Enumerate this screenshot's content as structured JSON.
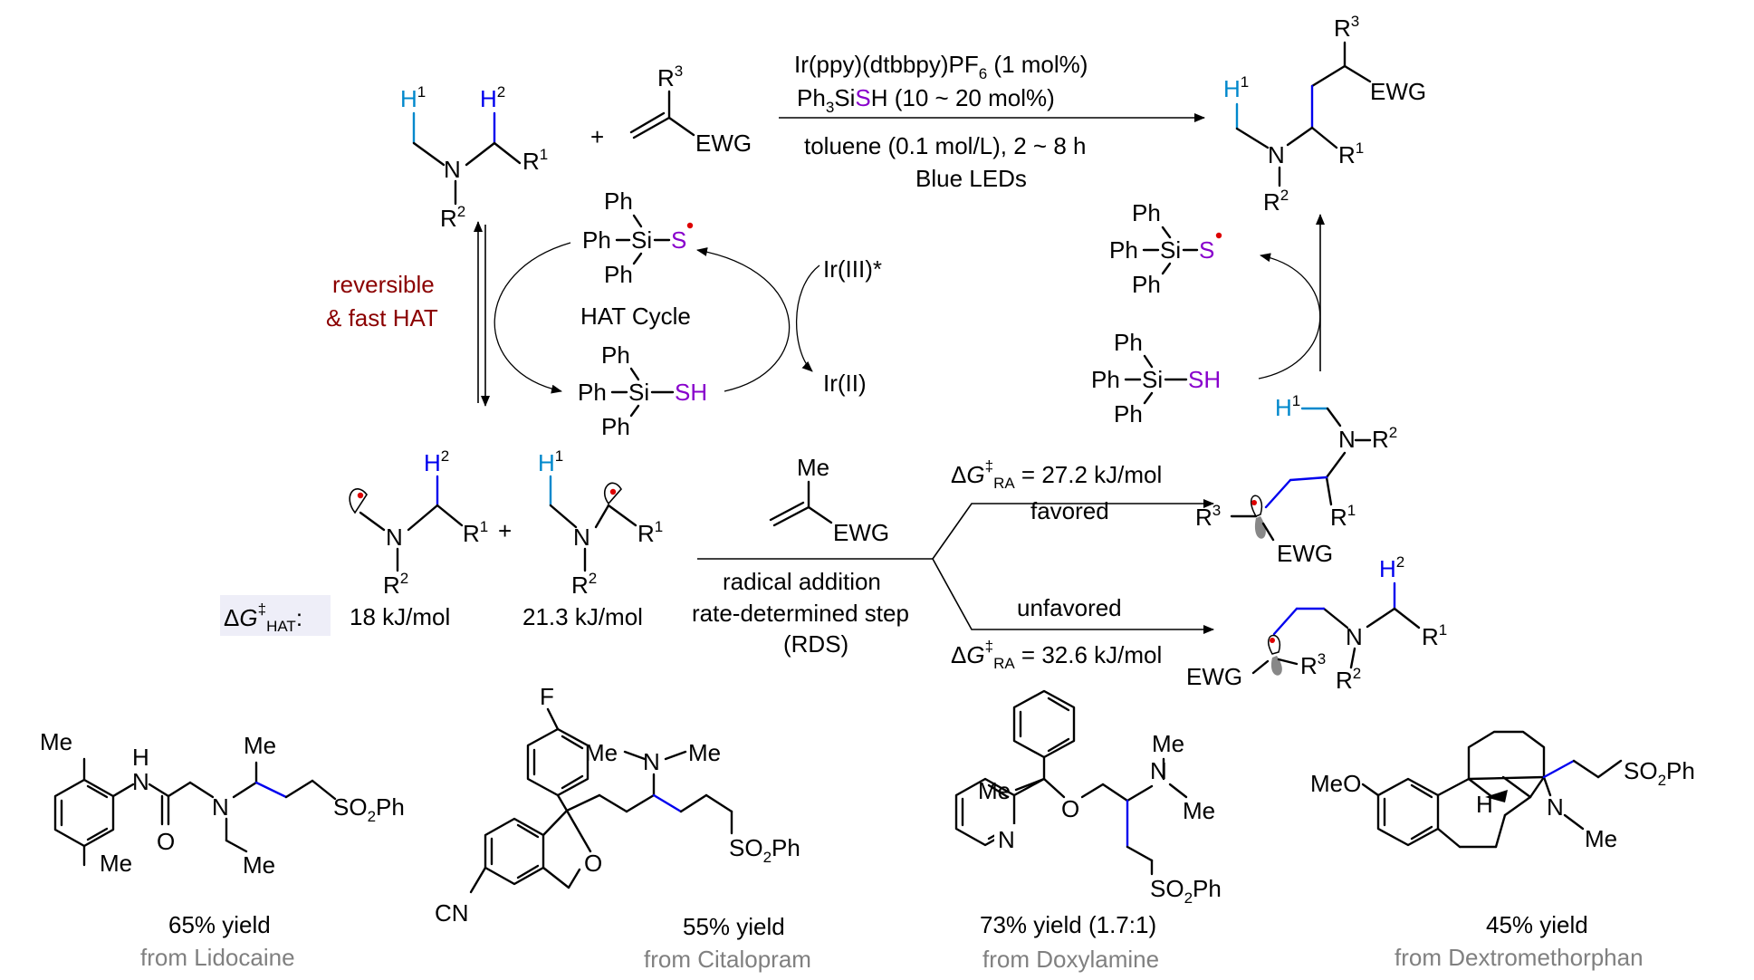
{
  "conditions": {
    "catalyst": "Ir(ppy)(dtbbpy)PF",
    "catalyst_sub": "6",
    "catalyst_load": " (1 mol%)",
    "thiol_a": "Ph",
    "thiol_sub": "3",
    "thiol_b": "SiS",
    "thiol_s": "S",
    "thiol_c": "H (10 ~ 20 mol%)",
    "solvent": "toluene (0.1 mol/L), 2 ~ 8 h",
    "light": "Blue LEDs"
  },
  "labels": {
    "reversible": "reversible",
    "fast_hat": "& fast HAT",
    "hat_cycle": "HAT Cycle",
    "ir3": "Ir(III)*",
    "ir2": "Ir(II)",
    "ph": "Ph",
    "si": "Si",
    "s": "S",
    "sh": "SH",
    "n": "N",
    "plus": "+",
    "ewg": "EWG",
    "me": "Me",
    "h": "H",
    "r": "R",
    "one": "1",
    "two": "2",
    "three": "3",
    "radical_addition": "radical addition",
    "rds": "rate-determined step",
    "rds_abbr": "(RDS)",
    "favored": "favored",
    "unfavored": "unfavored",
    "delta": "Δ",
    "g": "G",
    "dagger": "‡",
    "ra": "RA",
    "hat": "HAT",
    "colon": ":",
    "dg_fav": " = 27.2 kJ/mol",
    "dg_unfav": " = 32.6 kJ/mol",
    "dg_hat1": "18 kJ/mol",
    "dg_hat2": "21.3 kJ/mol"
  },
  "products": [
    {
      "yield": "65% yield",
      "source": "from Lidocaine"
    },
    {
      "yield": "55% yield",
      "source": "from Citalopram"
    },
    {
      "yield": "73% yield (1.7:1)",
      "source": "from Doxylamine"
    },
    {
      "yield": "45% yield",
      "source": "from Dextromethorphan"
    }
  ],
  "product_labels": {
    "so2ph_a": "SO",
    "so2ph_sub": "2",
    "so2ph_b": "Ph",
    "f": "F",
    "cn": "CN",
    "o": "O",
    "meo": "MeO",
    "nh": "H"
  },
  "colors": {
    "reversible_text": "#8b0000",
    "highlight_h1": "#0088cc",
    "highlight_h2_bond": "#0000ee",
    "sulfur": "#8800cc",
    "radical_dot": "#dd0000",
    "source_text": "#808080",
    "hat_box": "#eeeef8"
  }
}
